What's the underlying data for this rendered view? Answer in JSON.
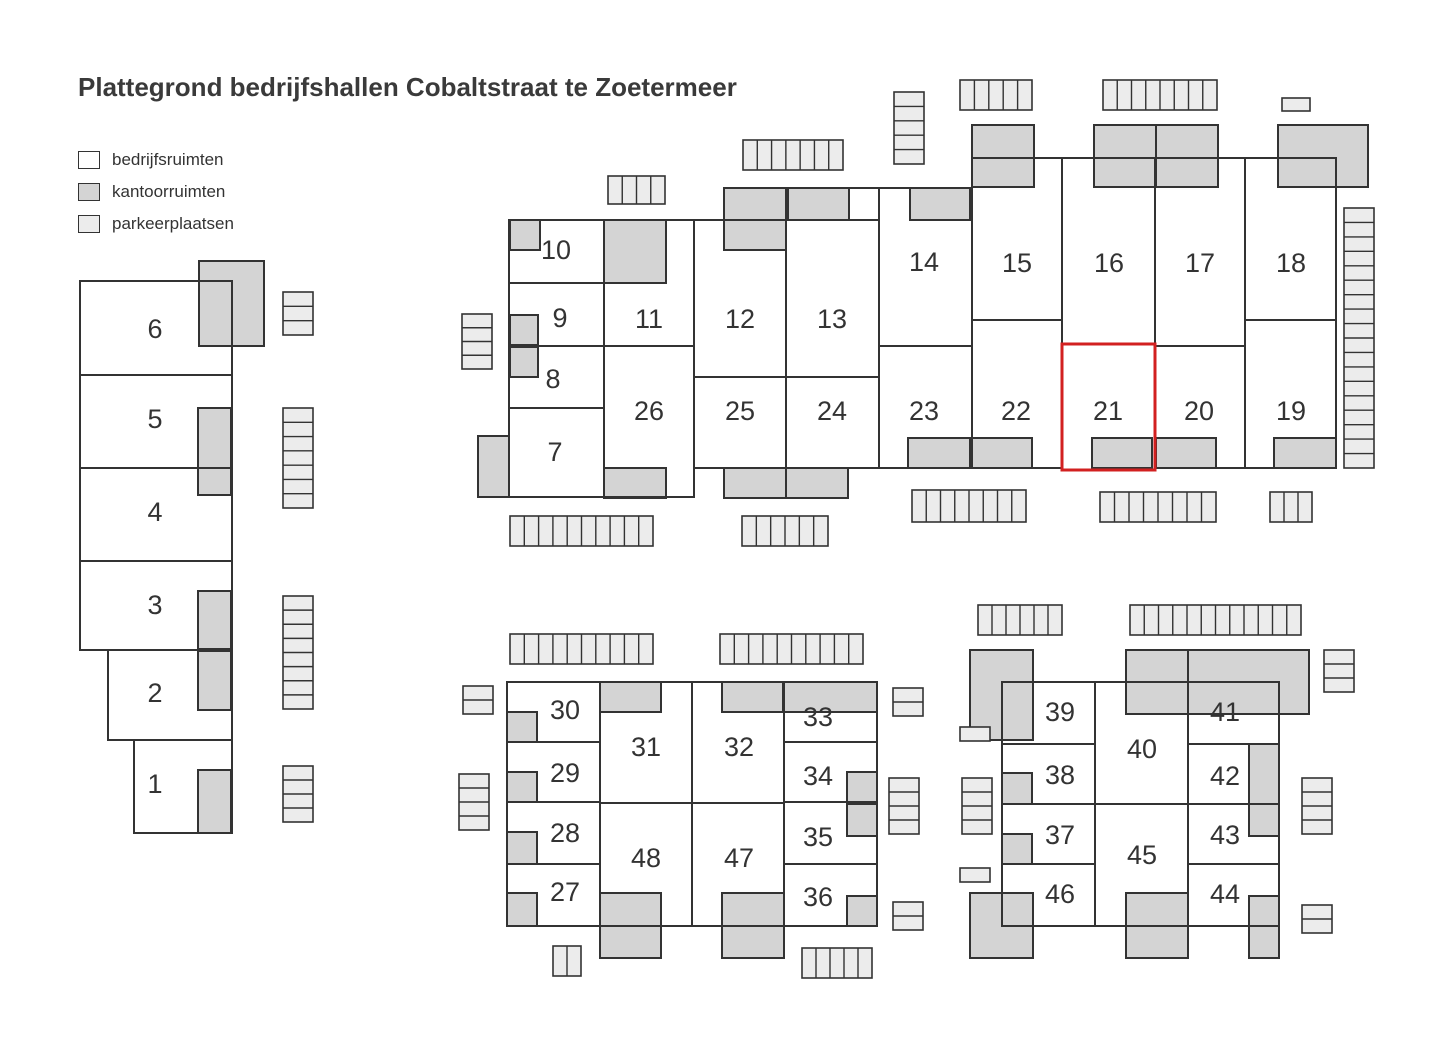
{
  "title": "Plattegrond bedrijfshallen Cobaltstraat te Zoetermeer",
  "legend": [
    {
      "label": "bedrijfsruimten",
      "color": "#ffffff"
    },
    {
      "label": "kantoorruimten",
      "color": "#d4d4d4"
    },
    {
      "label": "parkeerplaatsen",
      "color": "#ececec"
    }
  ],
  "colors": {
    "line": "#333333",
    "office": "#d4d4d4",
    "parking": "#ececec",
    "highlight": "#d22020"
  },
  "highlighted_unit": "21",
  "units": [
    "1",
    "2",
    "3",
    "4",
    "5",
    "6",
    "7",
    "8",
    "9",
    "10",
    "11",
    "12",
    "13",
    "14",
    "15",
    "16",
    "17",
    "18",
    "19",
    "20",
    "21",
    "22",
    "23",
    "24",
    "25",
    "26",
    "27",
    "28",
    "29",
    "30",
    "31",
    "32",
    "33",
    "34",
    "35",
    "36",
    "37",
    "38",
    "39",
    "40",
    "41",
    "42",
    "43",
    "44",
    "45",
    "46",
    "47",
    "48"
  ]
}
